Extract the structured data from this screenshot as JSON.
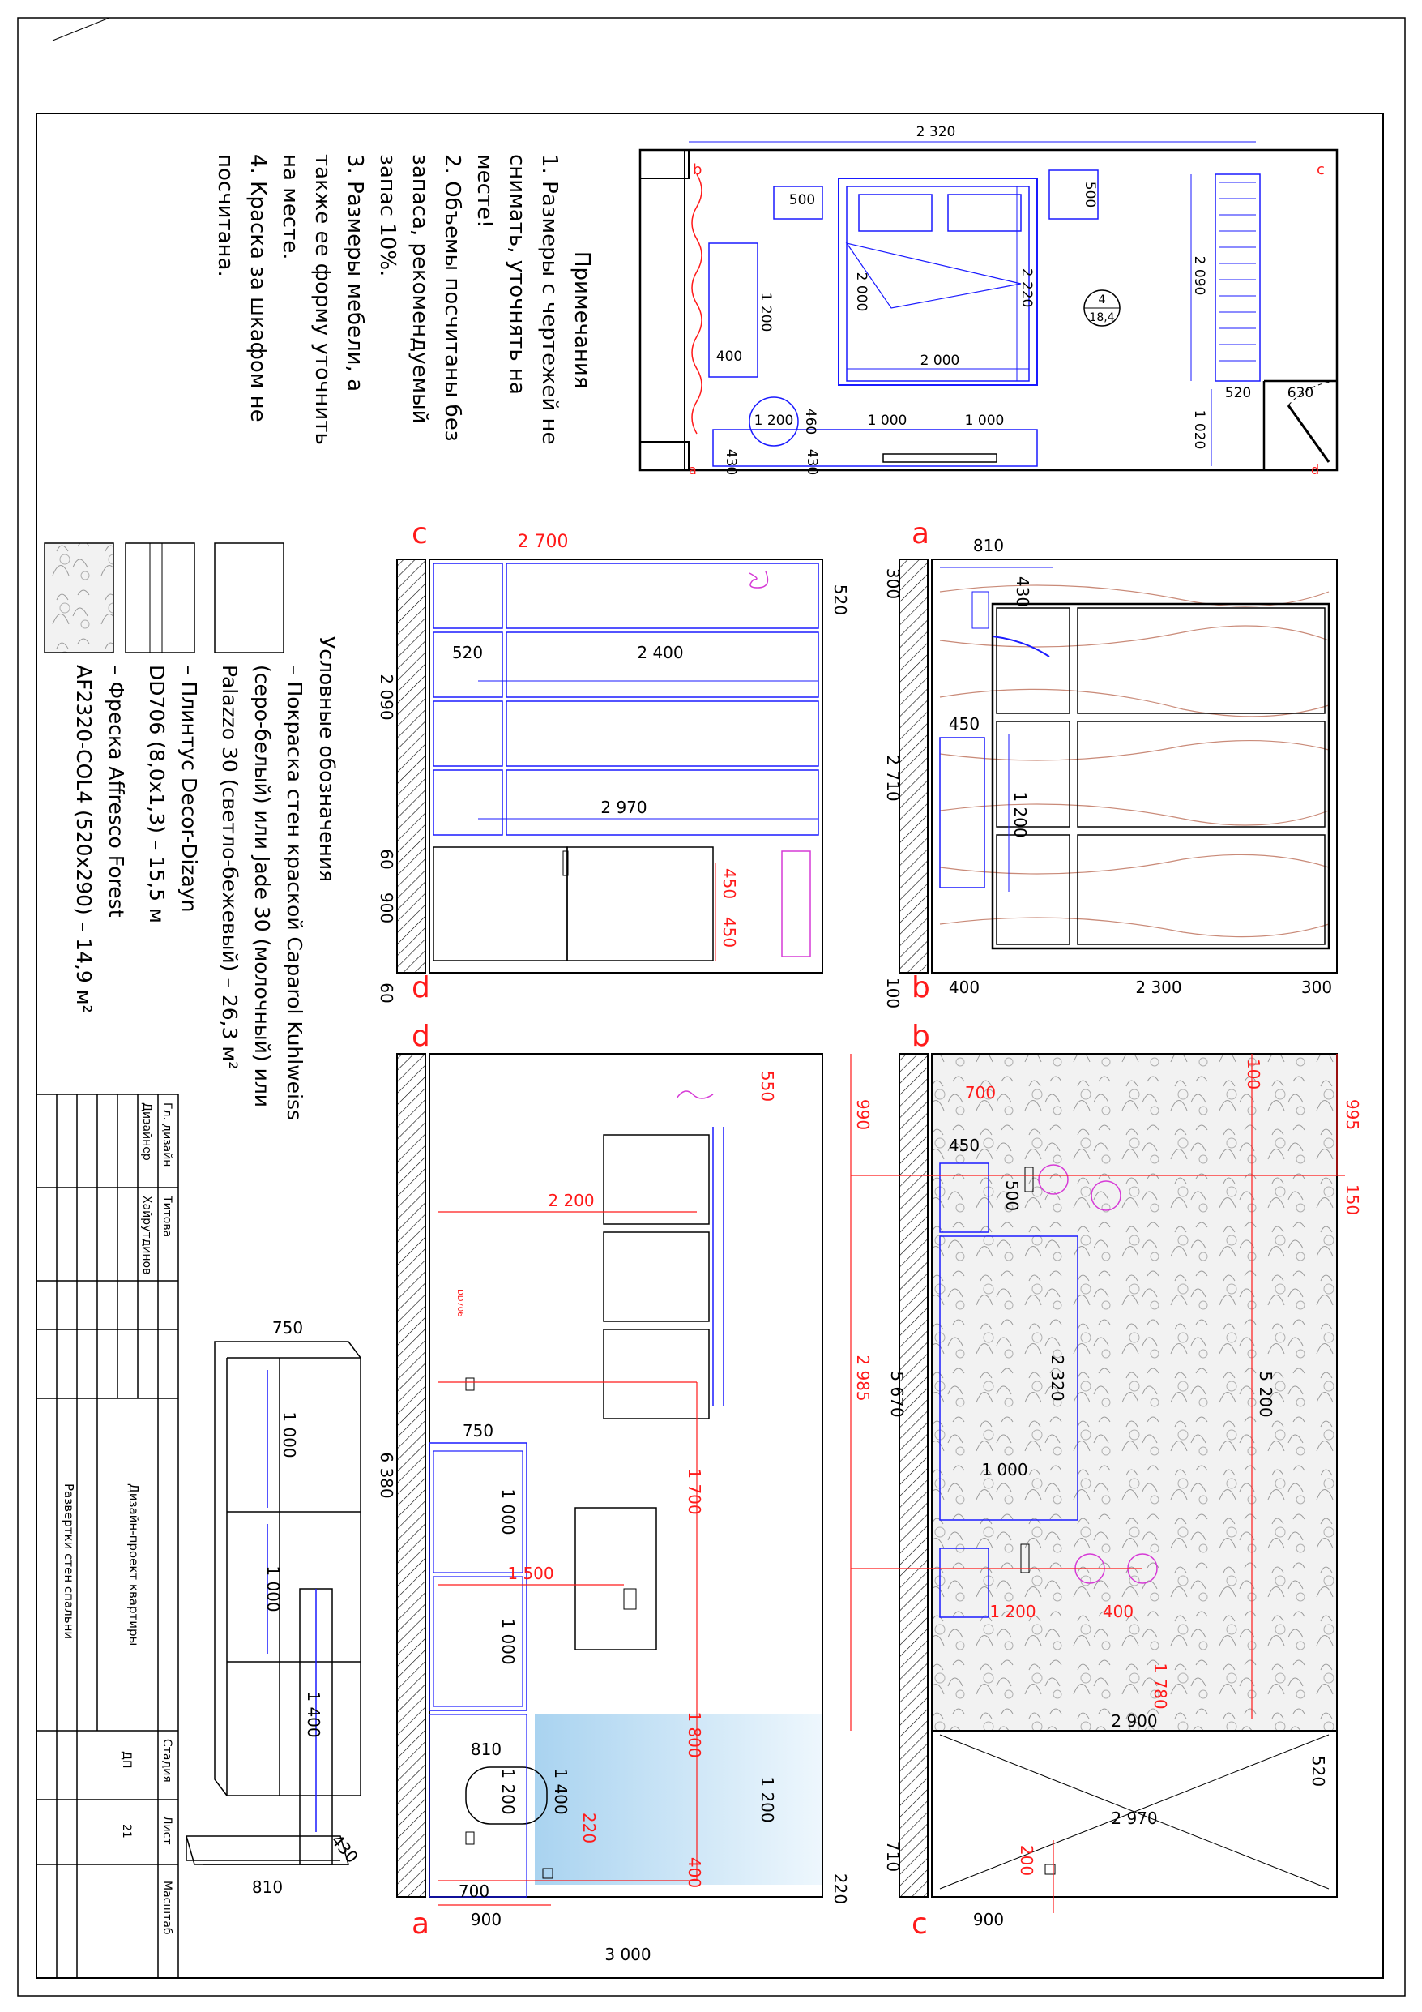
{
  "sheet": {
    "notes_title": "Примечания",
    "notes": [
      "1. Размеры с чертежей не",
      "снимать, уточнять на",
      "месте!",
      "2. Объемы посчитаны  без",
      "запаса, рекомендуемый",
      "запас 10%.",
      "3. Размеры мебели, а",
      "также ее форму уточнить",
      "на месте.",
      "4. Краска за шкафом не",
      "посчитана."
    ],
    "legend_title": "Условные обозначения",
    "legend": [
      "– Покраска стен краской Caparol Kuhlweiss",
      "(серо-белый) или Jade 30 (молочный) или",
      "Palazzo 30 (светло-бежевый) – 26,3 м²",
      "– Плинтус Decor-Dizayn",
      "DD706 (8,0х1,3) – 15,5 м",
      "– Фреска Affresco Forest",
      "AF2320-COL4 (520х290) – 14,9 м²"
    ],
    "section_markers": [
      "а",
      "b",
      "c",
      "d"
    ],
    "baseboard_tag": "DD706",
    "room_tag": {
      "number": "4",
      "area": "18,4"
    },
    "plan_dims": [
      "2 320",
      "500",
      "500",
      "2 000",
      "2 220",
      "2 000",
      "2 090",
      "1 200",
      "400",
      "1 200",
      "460",
      "430",
      "430",
      "1 000",
      "1 000",
      "520",
      "630",
      "1 020"
    ],
    "elev_c_dims": [
      "2 700",
      "520",
      "520",
      "2 400",
      "2 090",
      "2 970",
      "60",
      "900",
      "60",
      "450",
      "450"
    ],
    "elev_a_dims": [
      "810",
      "430",
      "300",
      "450",
      "2 710",
      "1 200",
      "100",
      "400",
      "2 300",
      "300"
    ],
    "elev_d_dims": [
      "550",
      "2 200",
      "6 380",
      "750",
      "1 700",
      "1 000",
      "1 500",
      "1 000",
      "810",
      "1 400",
      "1 200",
      "1 800",
      "1 200",
      "220",
      "400",
      "700",
      "900",
      "3 000",
      "220"
    ],
    "elev_b_dims": [
      "700",
      "100",
      "995",
      "990",
      "450",
      "500",
      "150",
      "2 985",
      "5 670",
      "2 320",
      "5 200",
      "1 000",
      "1 200",
      "400",
      "1 780",
      "2 900",
      "520",
      "2 970",
      "710",
      "200",
      "900"
    ],
    "iso_dims": [
      "750",
      "1 000",
      "1 000",
      "1 400",
      "430",
      "810"
    ]
  },
  "title_block": {
    "rows": [
      {
        "role": "Гл. дизайн",
        "name": "Титова"
      },
      {
        "role": "Дизайнер",
        "name": "Хайрутдинов"
      }
    ],
    "project": "Дизайн-проект квартиры",
    "sheet_title": "Развертки стен спальни",
    "stage_label": "Стадия",
    "stage_value": "ДП",
    "sheet_label": "Лист",
    "sheet_value": "21",
    "scale_label": "Масштаб",
    "scale_value": ""
  },
  "colors": {
    "line": "#000000",
    "dimension_blue": "#1a1aff",
    "dimension_red": "#ff1a1a",
    "magenta": "#d63ad6",
    "curtain": "#c98a78",
    "glass": "#cfe6f7"
  }
}
